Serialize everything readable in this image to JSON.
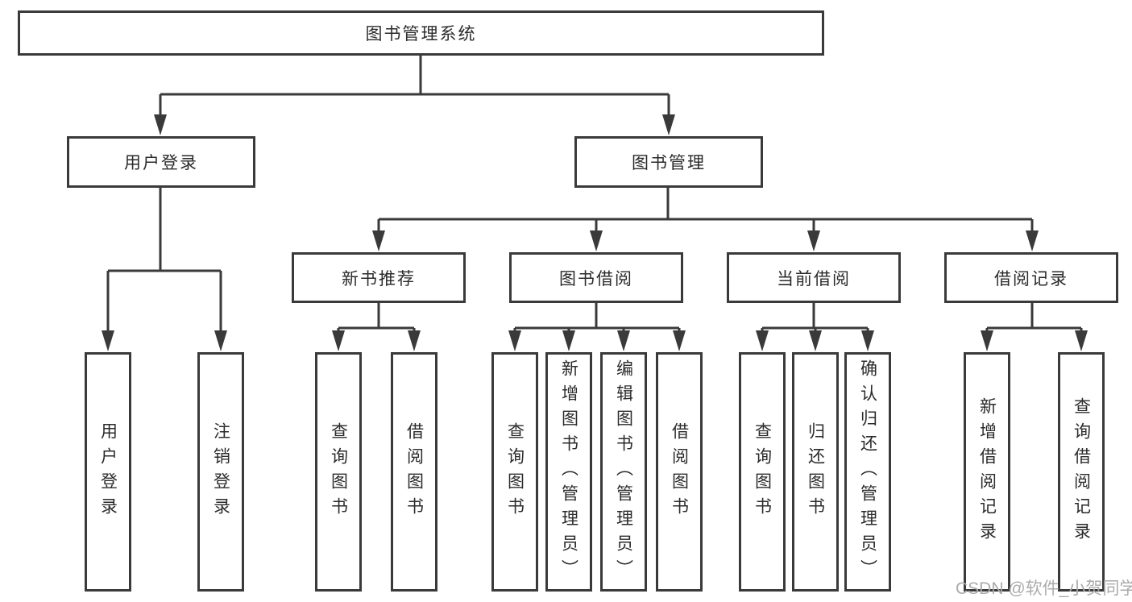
{
  "meta": {
    "watermark": "CSDN @软件_小贺同学",
    "colors": {
      "line": "#3a3a3a",
      "box_border": "#3a3a3a",
      "text": "#2b2b2b",
      "background": "#ffffff",
      "watermark": "#ababab"
    }
  },
  "tree": {
    "root": {
      "id": "library-management-system",
      "label": "图书管理系统"
    },
    "level2": [
      {
        "id": "user-login",
        "label": "用户登录",
        "parent": "library-management-system"
      },
      {
        "id": "book-management",
        "label": "图书管理",
        "parent": "library-management-system"
      }
    ],
    "level3": [
      {
        "id": "new-book-recommend",
        "label": "新书推荐",
        "parent": "book-management"
      },
      {
        "id": "book-borrowing",
        "label": "图书借阅",
        "parent": "book-management"
      },
      {
        "id": "current-borrowing",
        "label": "当前借阅",
        "parent": "book-management"
      },
      {
        "id": "borrowing-records",
        "label": "借阅记录",
        "parent": "book-management"
      }
    ],
    "leaves": [
      {
        "id": "leaf-user-login",
        "label": "用户登录",
        "parent": "user-login"
      },
      {
        "id": "leaf-logout",
        "label": "注销登录",
        "parent": "user-login"
      },
      {
        "id": "leaf-query-books-recommend",
        "label": "查询图书",
        "parent": "new-book-recommend"
      },
      {
        "id": "leaf-borrow-books-recommend",
        "label": "借阅图书",
        "parent": "new-book-recommend"
      },
      {
        "id": "leaf-query-books-borrowing",
        "label": "查询图书",
        "parent": "book-borrowing"
      },
      {
        "id": "leaf-add-books-admin",
        "label": "新增图书（管理员）",
        "parent": "book-borrowing"
      },
      {
        "id": "leaf-edit-books-admin",
        "label": "编辑图书（管理员）",
        "parent": "book-borrowing"
      },
      {
        "id": "leaf-borrow-books-borrowing",
        "label": "借阅图书",
        "parent": "book-borrowing"
      },
      {
        "id": "leaf-query-books-current",
        "label": "查询图书",
        "parent": "current-borrowing"
      },
      {
        "id": "leaf-return-books",
        "label": "归还图书",
        "parent": "current-borrowing"
      },
      {
        "id": "leaf-confirm-return-admin",
        "label": "确认归还（管理员）",
        "parent": "current-borrowing"
      },
      {
        "id": "leaf-add-borrow-record",
        "label": "新增借阅记录",
        "parent": "borrowing-records"
      },
      {
        "id": "leaf-query-borrow-record",
        "label": "查询借阅记录",
        "parent": "borrowing-records"
      }
    ]
  }
}
